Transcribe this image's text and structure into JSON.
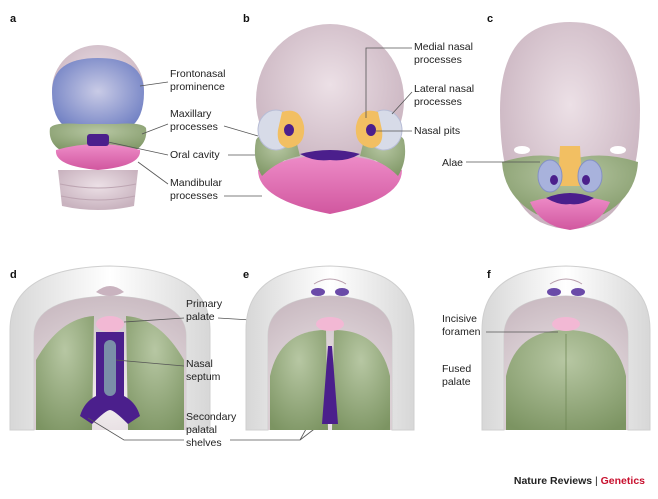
{
  "panels": {
    "a": "a",
    "b": "b",
    "c": "c",
    "d": "d",
    "e": "e",
    "f": "f"
  },
  "labels": {
    "frontonasal_1": "Frontonasal",
    "frontonasal_2": "prominence",
    "maxillary_1": "Maxillary",
    "maxillary_2": "processes",
    "oral_cavity": "Oral cavity",
    "mandibular_1": "Mandibular",
    "mandibular_2": "processes",
    "medial_nasal_1": "Medial nasal",
    "medial_nasal_2": "processes",
    "lateral_nasal_1": "Lateral nasal",
    "lateral_nasal_2": "processes",
    "nasal_pits": "Nasal pits",
    "alae": "Alae",
    "primary_palate_1": "Primary",
    "primary_palate_2": "palate",
    "nasal_septum_1": "Nasal",
    "nasal_septum_2": "septum",
    "secondary_1": "Secondary",
    "secondary_2": "palatal",
    "secondary_3": "shelves",
    "incisive_1": "Incisive",
    "incisive_2": "foramen",
    "fused_1": "Fused",
    "fused_2": "palate"
  },
  "credit": {
    "journal": "Nature Reviews",
    "separator": " | ",
    "section": "Genetics"
  },
  "colors": {
    "head": "#d9c7cf",
    "frontonasal_blue": "#8a96cc",
    "maxillary_green": "#9fb38a",
    "mandibular_pink": "#dd6fb3",
    "oral_purple": "#4b1f8c",
    "nasal_orange": "#f2bf62",
    "palate_green": "#7f9a66",
    "pink_palate": "#f2b8d4",
    "credit_accent": "#c8102e"
  }
}
